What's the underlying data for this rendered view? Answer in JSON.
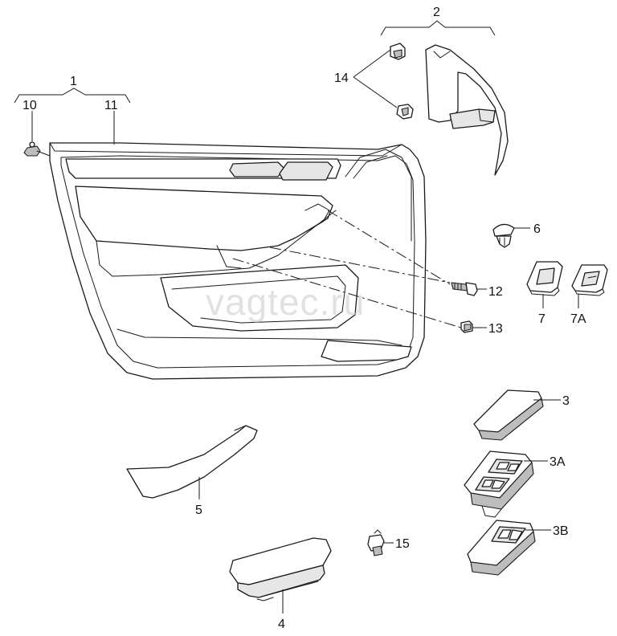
{
  "watermark": "vagtec.ru",
  "callouts": {
    "c1": "1",
    "c2": "2",
    "c3": "3",
    "c3a": "3A",
    "c3b": "3B",
    "c4": "4",
    "c5": "5",
    "c6": "6",
    "c7": "7",
    "c7a": "7A",
    "c10": "10",
    "c11": "11",
    "c12": "12",
    "c13": "13",
    "c14": "14",
    "c15": "15"
  }
}
